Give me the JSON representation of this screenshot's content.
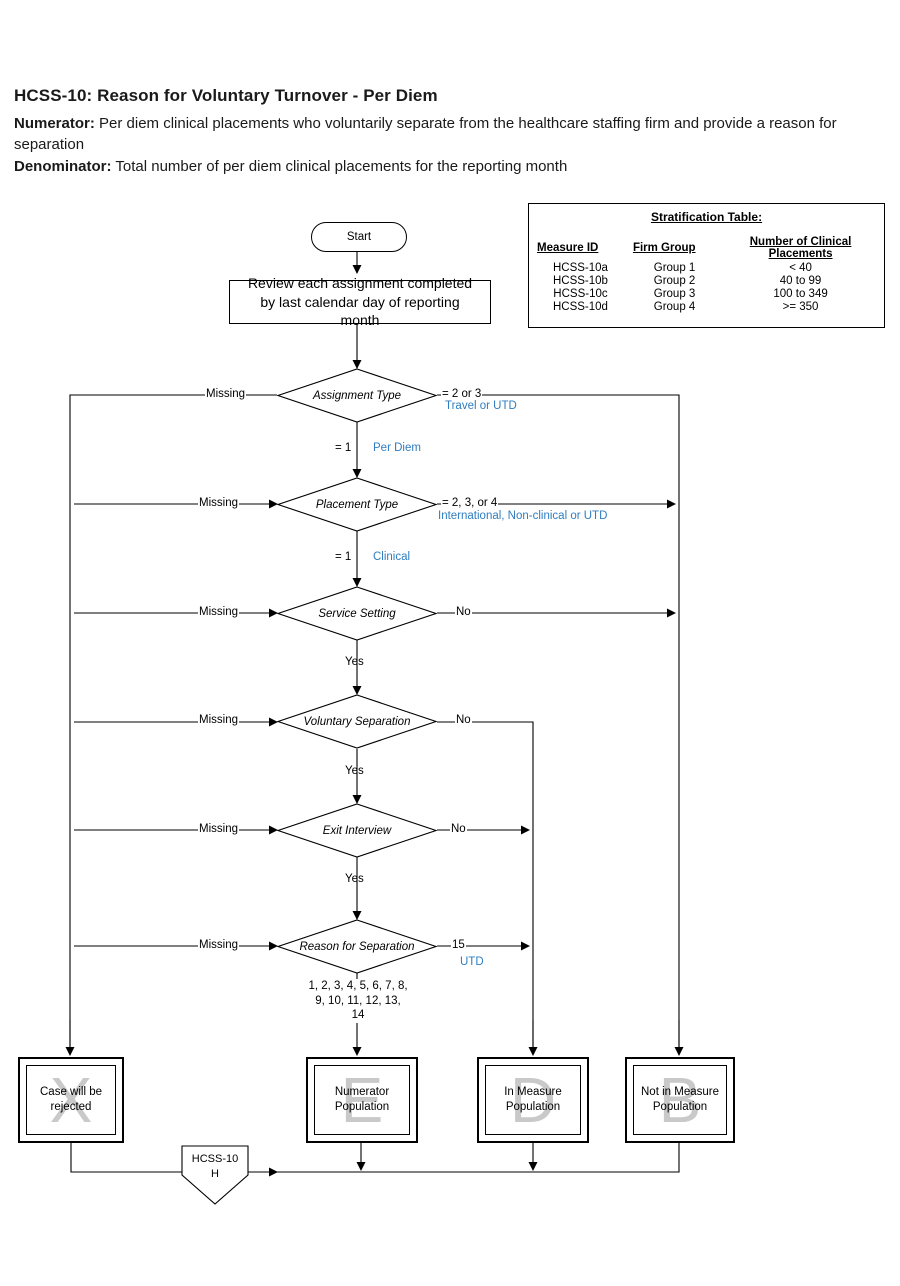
{
  "header": {
    "title": "HCSS-10:  Reason for Voluntary Turnover - Per Diem",
    "numerator_label": "Numerator:",
    "numerator_text": " Per diem clinical placements who voluntarily separate from the healthcare staffing firm and provide a reason for separation",
    "denominator_label": "Denominator:",
    "denominator_text": "  Total number of per diem clinical placements for the reporting month"
  },
  "stratification": {
    "title": "Stratification Table:",
    "columns": [
      "Measure ID",
      "Firm Group",
      "Number of Clinical Placements"
    ],
    "rows": [
      [
        "HCSS-10a",
        "Group 1",
        "< 40"
      ],
      [
        "HCSS-10b",
        "Group 2",
        "40 to 99"
      ],
      [
        "HCSS-10c",
        "Group 3",
        "100 to 349"
      ],
      [
        "HCSS-10d",
        "Group 4",
        ">= 350"
      ]
    ]
  },
  "flow": {
    "start": "Start",
    "review_step": "Review each assignment completed by last calendar day of reporting month",
    "decisions": [
      {
        "id": "assignment-type",
        "label": "Assignment Type"
      },
      {
        "id": "placement-type",
        "label": "Placement Type"
      },
      {
        "id": "service-setting",
        "label": "Service Setting"
      },
      {
        "id": "voluntary-separation",
        "label": "Voluntary Separation"
      },
      {
        "id": "exit-interview",
        "label": "Exit Interview"
      },
      {
        "id": "reason-for-separation",
        "label": "Reason for Separation"
      }
    ],
    "edge_labels": {
      "missing": "Missing",
      "assignment_right_code": "= 2 or 3",
      "assignment_right_desc": "Travel or UTD",
      "assignment_down_code": "= 1",
      "assignment_down_desc": "Per Diem",
      "placement_right_code": "= 2, 3, or 4",
      "placement_right_desc": "International, Non-clinical or UTD",
      "placement_down_code": "= 1",
      "placement_down_desc": "Clinical",
      "service_right": "No",
      "service_down": "Yes",
      "voluntary_right": "No",
      "voluntary_down": "Yes",
      "exit_right": "No",
      "exit_down": "Yes",
      "reason_right_code": "15",
      "reason_right_desc": "UTD",
      "reason_down_codes": "1, 2, 3, 4, 5, 6, 7, 8, 9, 10, 11, 12, 13, 14"
    },
    "terminals": [
      {
        "id": "case-rejected",
        "text": "Case will be rejected",
        "watermark": "X"
      },
      {
        "id": "numerator-population",
        "text": "Numerator Population",
        "watermark": "E"
      },
      {
        "id": "in-measure-population",
        "text": "In Measure Population",
        "watermark": "D"
      },
      {
        "id": "not-in-measure-population",
        "text": "Not in Measure Population",
        "watermark": "B"
      }
    ],
    "connector": {
      "id": "hcss-10-h",
      "line1": "HCSS-10",
      "line2": "H"
    }
  },
  "colors": {
    "annotation_blue": "#2f7dc0",
    "watermark_gray": "#c9c9c9",
    "line_black": "#000000"
  }
}
